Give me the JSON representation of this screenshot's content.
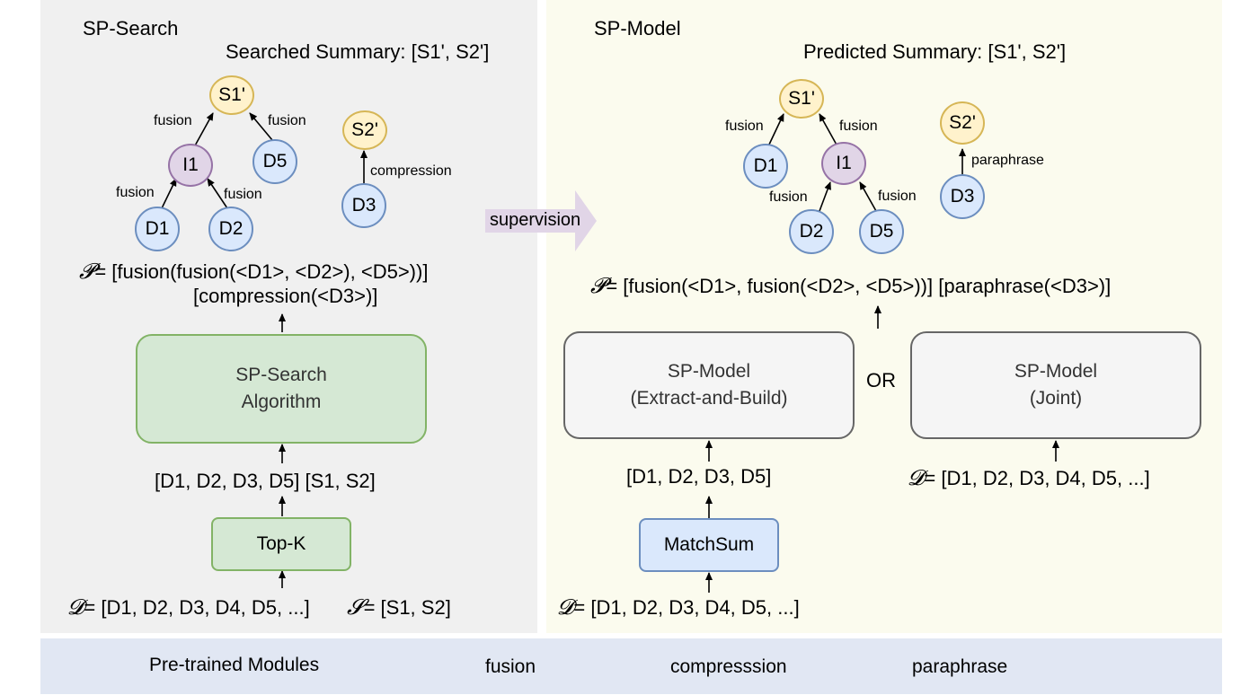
{
  "left": {
    "title": "SP-Search",
    "summary": "Searched Summary: [S1', S2']",
    "nodes": {
      "s1": "S1'",
      "s2": "S2'",
      "i1": "I1",
      "d5": "D5",
      "d3": "D3",
      "d1": "D1",
      "d2": "D2"
    },
    "edge_labels": {
      "i1_s1": "fusion",
      "d5_s1": "fusion",
      "d1_i1": "fusion",
      "d2_i1": "fusion",
      "d3_s2": "compression"
    },
    "formula_symbol": "𝓟",
    "formula_line1": "= [fusion(fusion(<D1>, <D2>), <D5>))]",
    "formula_line2": "[compression(<D3>)]",
    "algo_line1": "SP-Search",
    "algo_line2": "Algorithm",
    "selected": "[D1, D2, D3, D5]  [S1, S2]",
    "topk": "Top-K",
    "input_d_symbol": "𝓓",
    "input_d": "= [D1, D2, D3, D4, D5, ...]",
    "input_s_symbol": "𝓢",
    "input_s": "= [S1, S2]"
  },
  "middle": {
    "supervision": "supervision"
  },
  "right": {
    "title": "SP-Model",
    "summary": "Predicted Summary: [S1', S2']",
    "nodes": {
      "s1": "S1'",
      "s2": "S2'",
      "d1": "D1",
      "i1": "I1",
      "d2": "D2",
      "d5": "D5",
      "d3": "D3"
    },
    "edge_labels": {
      "d1_s1": "fusion",
      "i1_s1": "fusion",
      "d2_i1": "fusion",
      "d5_i1": "fusion",
      "d3_s2": "paraphrase"
    },
    "formula_symbol": "𝓟",
    "formula": "= [fusion(<D1>, fusion(<D2>, <D5>))] [paraphrase(<D3>)]",
    "model1_line1": "SP-Model",
    "model1_line2": "(Extract-and-Build)",
    "or": "OR",
    "model2_line1": "SP-Model",
    "model2_line2": "(Joint)",
    "selected": "[D1, D2, D3, D5]",
    "matchsum": "MatchSum",
    "input1_symbol": "𝓓",
    "input1": "= [D1, D2, D3, D4, D5, ...]",
    "input2_symbol": "𝓓",
    "input2": "= [D1, D2, D3, D4, D5, ...]"
  },
  "bottom": {
    "title": "Pre-trained Modules",
    "items": [
      "fusion",
      "compresssion",
      "paraphrase"
    ]
  }
}
